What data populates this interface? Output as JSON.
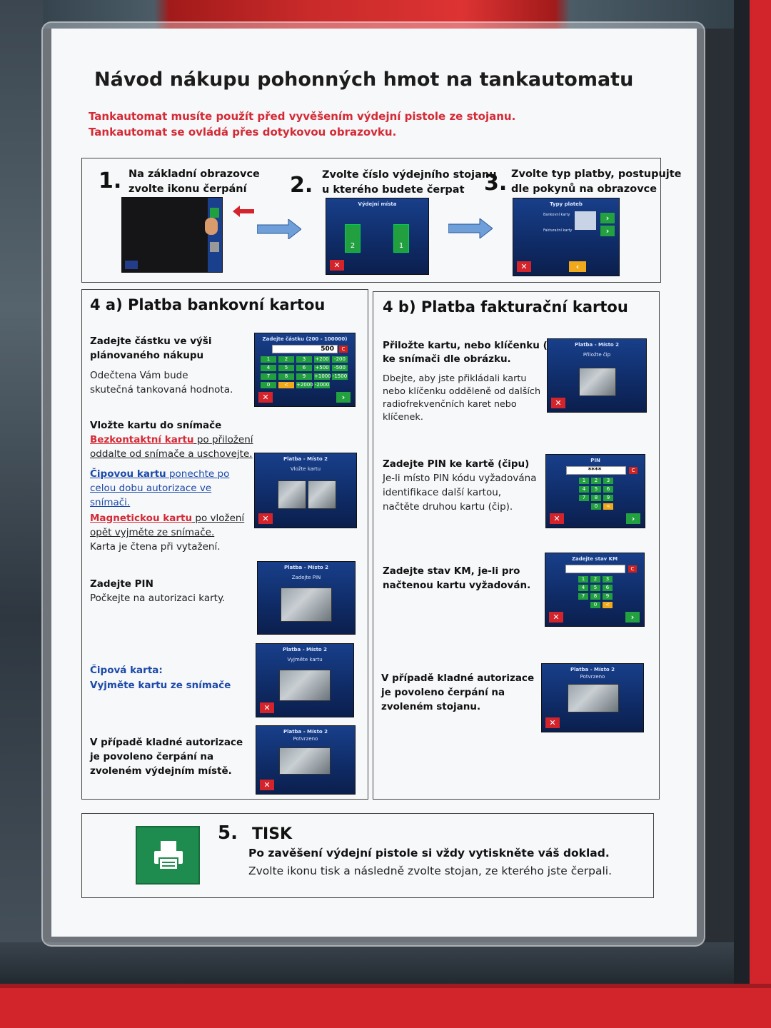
{
  "title": "Návod  nákupu pohonných hmot na tankautomatu",
  "warning": [
    "Tankautomat musíte použít před vyvěšením výdejní pistole ze stojanu.",
    "Tankautomat se ovládá přes dotykovou obrazovku."
  ],
  "steps": [
    {
      "num": "1.",
      "lines": [
        "Na základní obrazovce",
        "zvolte ikonu čerpání"
      ]
    },
    {
      "num": "2.",
      "lines": [
        "Zvolte číslo výdejního stojanu",
        "u kterého budete čerpat"
      ]
    },
    {
      "num": "3.",
      "lines": [
        "Zvolte typ platby, postupujte",
        "dle pokynů na obrazovce"
      ]
    }
  ],
  "screens": {
    "step2_title": "Výdejní místa",
    "step2_pumps": [
      "2",
      "1"
    ],
    "step3_title": "Typy plateb",
    "step3_rows": [
      "Bankovní karty",
      "Fakturační karty"
    ],
    "amount_title": "Zadejte částku (200 - 100000)",
    "amount_value": "500",
    "amount_keys": [
      "1",
      "2",
      "3",
      "+200",
      "-200",
      "4",
      "5",
      "6",
      "+500",
      "-500",
      "7",
      "8",
      "9",
      "+1000",
      "-1500",
      "0",
      "<",
      "+2000",
      "-2000"
    ],
    "card_insert_title": "Platba - Místo 2",
    "card_insert_sub": "Vložte kartu",
    "pin_title": "Platba - Místo 2",
    "pin_sub": "Zadejte PIN",
    "remove_title": "Platba - Místo 2",
    "remove_sub": "Vyjměte kartu",
    "confirmed_title": "Platba - Místo 2",
    "confirmed_sub": "Potvrzeno",
    "fleet_title": "Platba - Místo 2",
    "fleet_sub": "Přiložte čip",
    "pin2_title": "PIN",
    "pin2_value": "****",
    "km_title": "Zadejte stav KM",
    "pad_keys": [
      "1",
      "2",
      "3",
      "4",
      "5",
      "6",
      "7",
      "8",
      "9",
      "0",
      "<"
    ],
    "close_symbol": "✕",
    "ok_symbol": "›",
    "back_symbol": "‹",
    "clear_symbol": "C"
  },
  "section_a": {
    "title": "4 a)  Platba bankovní kartou",
    "block1_bold": [
      "Zadejte částku ve výši",
      "plánovaného nákupu"
    ],
    "block1_text": [
      "Odečtena Vám bude",
      "skutečná tankovaná hodnota."
    ],
    "block2_bold": "Vložte kartu do snímače",
    "block2_red1": "Bezkontaktní  kartu",
    "block2_tail1": "  po  přiložení",
    "block2_line2": "oddalte od snímače a uschovejte.",
    "block2_blue1": "Čipovou kartu",
    "block2_tail2": " ponechte po",
    "block2_blue_lines": [
      "celou dobu autorizace ve",
      "snímači."
    ],
    "block2_red2": "Magnetickou kartu",
    "block2_tail3": " po vložení",
    "block2_line_ul": "opět vyjměte ze snímače.",
    "block2_last": "Karta je čtena při vytažení.",
    "block3_bold": "Zadejte PIN",
    "block3_text": "Počkejte na autorizaci karty.",
    "block4_lines": [
      "Čipová karta:",
      "Vyjměte kartu ze snímače"
    ],
    "block5_lines": [
      "V případě kladné autorizace",
      "je povoleno čerpání na",
      "zvoleném výdejním místě."
    ]
  },
  "section_b": {
    "title": "4 b) Platba fakturační kartou",
    "block1_bold": [
      "Přiložte kartu, nebo klíčenku (čip)",
      "ke snímači dle obrázku."
    ],
    "block1_text": [
      "Dbejte, aby jste přikládali kartu",
      "nebo klíčenku odděleně od dalších",
      "radiofrekvenčních karet nebo",
      "klíčenek."
    ],
    "block2_bold": "Zadejte PIN ke kartě (čipu)",
    "block2_text": [
      "Je-li místo PIN kódu vyžadována",
      "identifikace další kartou,",
      "načtěte druhou kartu (čip)."
    ],
    "block3_bold": [
      "Zadejte stav KM, je-li pro",
      "načtenou kartu vyžadován."
    ],
    "block4_bold": [
      "V případě kladné autorizace",
      "je povoleno čerpání na",
      "zvoleném stojanu."
    ]
  },
  "print": {
    "num": "5.",
    "title": "TISK",
    "line1": "Po zavěšení výdejní pistole si vždy vytiskněte váš doklad.",
    "line2": "Zvolte ikonu tisk a následně zvolte stojan, ze kterého jste čerpali."
  },
  "colors": {
    "warning": "#d42a35",
    "blue_text": "#1b49a8",
    "green_button": "#22a040",
    "red_button": "#d3232b",
    "frame_red": "#d2252b"
  }
}
